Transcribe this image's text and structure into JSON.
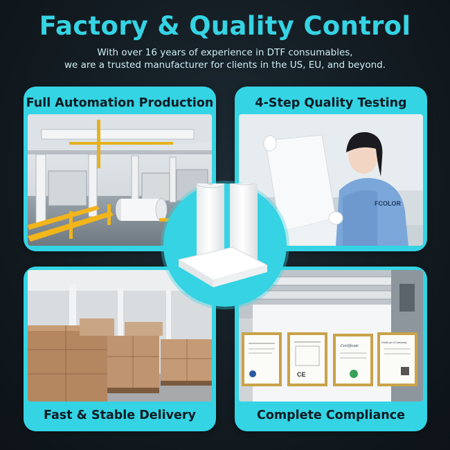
{
  "header": {
    "title": "Factory & Quality Control",
    "subtitle_line1": "With over 16 years of experience in DTF consumables,",
    "subtitle_line2": "we are a trusted manufacturer for clients in the US, EU, and beyond."
  },
  "cards": {
    "automation": {
      "label": "Full Automation Production"
    },
    "testing": {
      "label": "4-Step Quality Testing",
      "badge": "FCOLOR"
    },
    "delivery": {
      "label": "Fast & Stable Delivery"
    },
    "compliance": {
      "label": "Complete Compliance",
      "cert_titles": [
        "Certificate",
        "Certificate of Conformity"
      ]
    }
  },
  "colors": {
    "accent": "#35d3e3",
    "background": "#131c22",
    "label_text": "#0b1a22"
  }
}
